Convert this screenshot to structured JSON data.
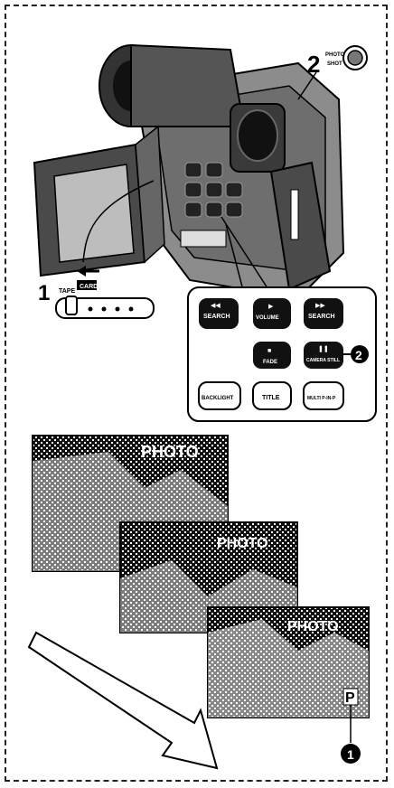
{
  "step_labels": {
    "step1": "1",
    "step2": "2"
  },
  "photo_shot_label": "PHOTO SHOT",
  "mode_switch": {
    "tape": "TAPE",
    "card": "CARD"
  },
  "buttons": {
    "search_rew": "SEARCH",
    "volume": "VOLUME",
    "search_ff": "SEARCH",
    "fade": "FADE",
    "camera_still": "CAMERA STILL",
    "backlight": "BACKLIGHT",
    "title": "TITLE",
    "multi_pinp": "MULTI P-IN-P"
  },
  "callout_marker": "2",
  "screens": {
    "photo_1": "PHOTO",
    "photo_2": "PHOTO",
    "photo_3": "PHOTO",
    "p_indicator": "P"
  },
  "bottom_marker": "1"
}
